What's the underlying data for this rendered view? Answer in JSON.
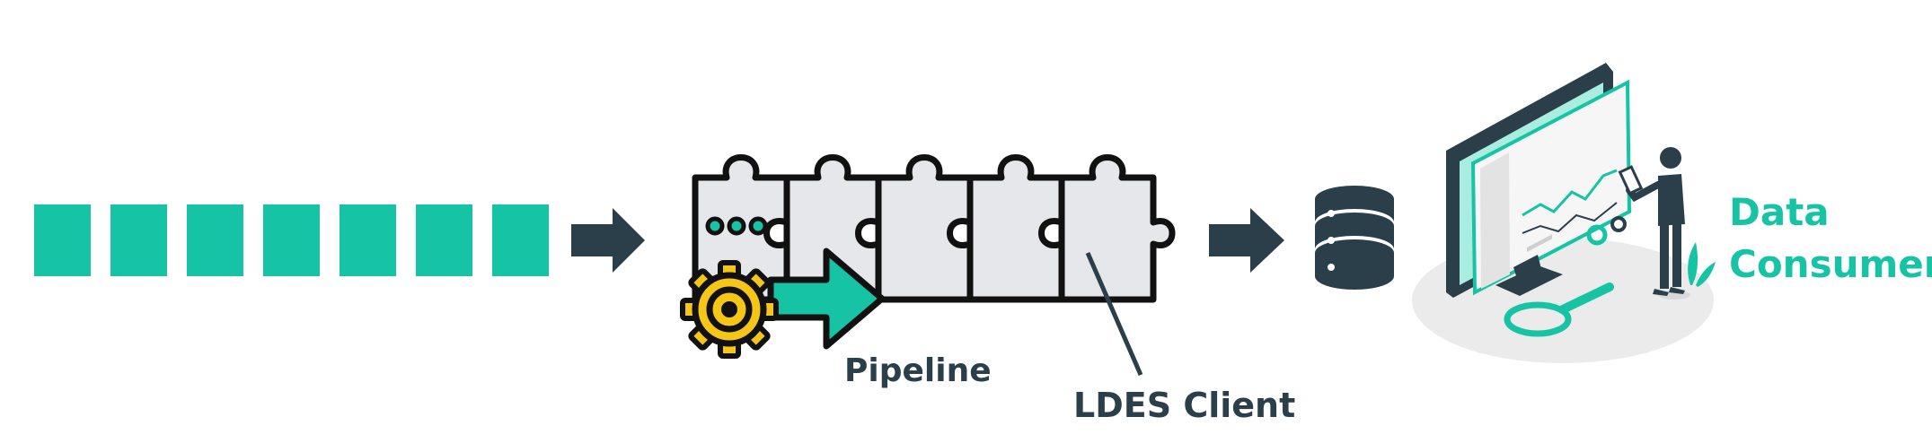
{
  "colors": {
    "accent": "#16c4a5",
    "dark": "#2b3f4a",
    "puzzle_fill": "#e5e7eb",
    "gear": "#f5c518",
    "mint": "#a9ede0"
  },
  "stream": {
    "block_count": 7
  },
  "puzzle": {
    "piece_count": 5
  },
  "labels": {
    "pipeline": "Pipeline",
    "ldes_client": "LDES Client",
    "data_consumer_line1": "Data",
    "data_consumer_line2": "Consumer"
  },
  "icons": {
    "arrows": [
      "arrow-right-icon",
      "arrow-right-icon"
    ],
    "gear": "gear-icon",
    "database": "database-icon",
    "magnifier": "magnifying-glass-icon"
  }
}
